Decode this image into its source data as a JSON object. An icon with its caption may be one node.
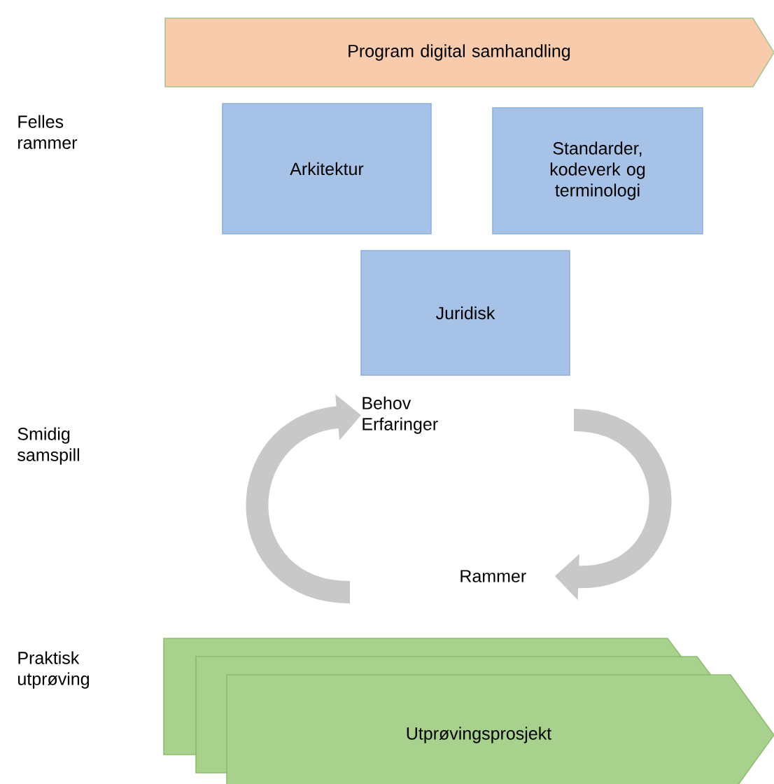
{
  "diagram": {
    "nodes": [
      {
        "text": [
          "Program digital samhandling"
        ]
      },
      {
        "text": [
          "Arkitektur"
        ]
      },
      {
        "text": [
          "Standarder, kodeverk og terminologi"
        ]
      },
      {
        "text": [
          "Juridisk"
        ]
      },
      {
        "text": [
          "Behov Erfaringer"
        ]
      },
      {
        "text": [
          "Rammer"
        ]
      },
      {
        "text": [],
        "shape": "pentagon"
      },
      {
        "text": [],
        "shape": "pentagon"
      },
      {
        "text": [
          "Utprøvingsprosjekt"
        ]
      }
    ],
    "edges": [
      {
        "from": null,
        "to": 4,
        "arrow": "to"
      },
      {
        "from": null,
        "to": 5,
        "arrow": "to"
      }
    ],
    "labels": [
      "Felles rammer",
      "Smidig samspill",
      "Praktisk utprøving"
    ]
  }
}
